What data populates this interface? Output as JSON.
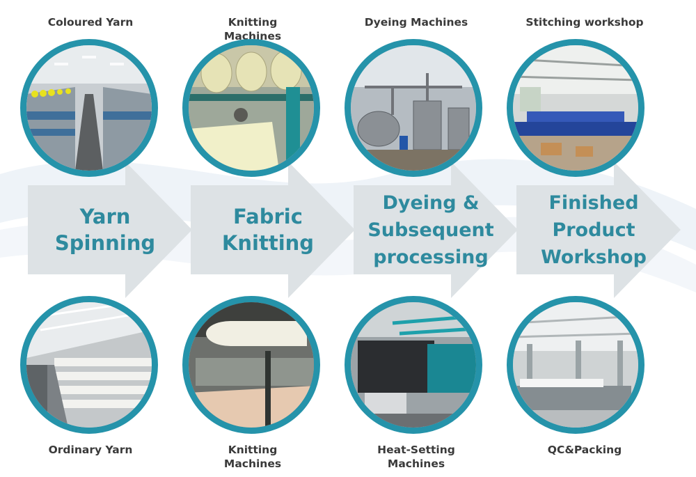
{
  "stages": [
    {
      "label": "Yarn\nSpinning",
      "top_caption": "Coloured Yarn",
      "bottom_caption": "Ordinary Yarn"
    },
    {
      "label": "Fabric\nKnitting",
      "top_caption": "Knitting\nMachines",
      "bottom_caption": "Knitting\nMachines"
    },
    {
      "label": "Dyeing &\nSubsequent\nprocessing",
      "top_caption": "Dyeing Machines",
      "bottom_caption": "Heat-Setting\nMachines"
    },
    {
      "label": "Finished\nProduct\nWorkshop",
      "top_caption": "Stitching workshop",
      "bottom_caption": "QC&Packing"
    }
  ],
  "colors": {
    "arrow_fill": "#dde2e5",
    "label_text": "#2e8a9e",
    "circle_border": "#2593aa",
    "caption_text": "#3a3a3a"
  }
}
